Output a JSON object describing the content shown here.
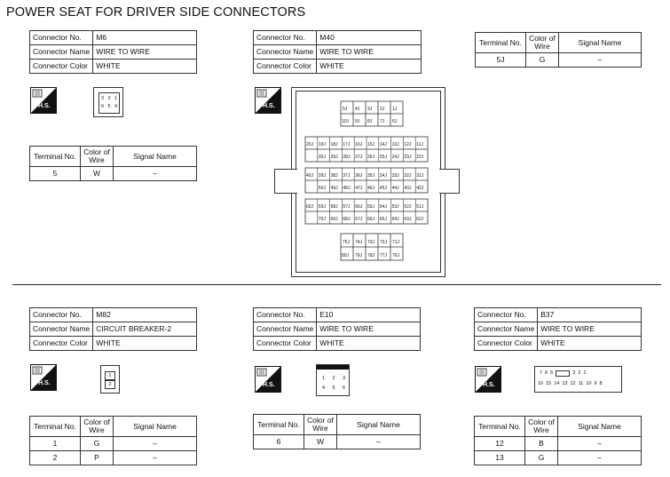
{
  "title": "POWER SEAT FOR DRIVER SIDE CONNECTORS",
  "hs_label": "H.S.",
  "labels": {
    "connector_no": "Connector No.",
    "connector_name": "Connector Name",
    "connector_color": "Connector Color",
    "terminal_no": "Terminal No.",
    "color_of_wire": "Color of Wire",
    "signal_name": "Signal Name"
  },
  "m6": {
    "no": "M6",
    "name": "WIRE TO WIRE",
    "color": "WHITE",
    "pins_top": [
      "3",
      "2",
      "1"
    ],
    "pins_bottom": [
      "6",
      "5",
      "4"
    ],
    "terminals": [
      {
        "no": "5",
        "wire": "W",
        "signal": "–"
      }
    ]
  },
  "m40": {
    "no": "M40",
    "name": "WIRE TO WIRE",
    "color": "WHITE",
    "terminals": [
      {
        "no": "5J",
        "wire": "G",
        "signal": "–"
      }
    ],
    "rows": [
      [
        "4J",
        "3J",
        "2J",
        "1J"
      ],
      [
        "9J",
        "8J",
        "7J",
        "6J"
      ],
      [
        "20J",
        "19J",
        "18J",
        "17J",
        "16J",
        "15J",
        "14J",
        "13J",
        "12J",
        "11J"
      ],
      [
        "30J",
        "29J",
        "28J",
        "27J",
        "26J",
        "25J",
        "24J",
        "23J",
        "22J"
      ],
      [
        "40J",
        "39J",
        "38J",
        "37J",
        "36J",
        "35J",
        "34J",
        "33J",
        "32J",
        "31J"
      ],
      [
        "50J",
        "49J",
        "48J",
        "47J",
        "46J",
        "45J",
        "44J",
        "43J",
        "42J"
      ],
      [
        "60J",
        "59J",
        "58J",
        "57J",
        "56J",
        "55J",
        "54J",
        "53J",
        "52J",
        "51J"
      ],
      [
        "70J",
        "69J",
        "68J",
        "67J",
        "66J",
        "65J",
        "64J",
        "63J",
        "62J"
      ],
      [
        "74J",
        "73J",
        "72J",
        "71J"
      ],
      [
        "79J",
        "78J",
        "77J",
        "76J"
      ]
    ],
    "side_labels": [
      "5J",
      "10J",
      "21J",
      "41J",
      "61J",
      "75J",
      "80J"
    ]
  },
  "m82": {
    "no": "M82",
    "name": "CIRCUIT BREAKER-2",
    "color": "WHITE",
    "pins": [
      "1",
      "2"
    ],
    "terminals": [
      {
        "no": "1",
        "wire": "G",
        "signal": "–"
      },
      {
        "no": "2",
        "wire": "P",
        "signal": "–"
      }
    ]
  },
  "e10": {
    "no": "E10",
    "name": "WIRE TO WIRE",
    "color": "WHITE",
    "pins_top": [
      "1",
      "2",
      "3"
    ],
    "pins_bottom": [
      "4",
      "5",
      "6"
    ],
    "terminals": [
      {
        "no": "6",
        "wire": "W",
        "signal": "–"
      }
    ]
  },
  "b37": {
    "no": "B37",
    "name": "WIRE TO WIRE",
    "color": "WHITE",
    "pins_top": [
      "7",
      "6",
      "5",
      "3",
      "2",
      "1"
    ],
    "pins_bottom": [
      "16",
      "15",
      "14",
      "13",
      "12",
      "11",
      "10",
      "9",
      "8"
    ],
    "terminals": [
      {
        "no": "12",
        "wire": "B",
        "signal": "–"
      },
      {
        "no": "13",
        "wire": "G",
        "signal": "–"
      }
    ]
  }
}
